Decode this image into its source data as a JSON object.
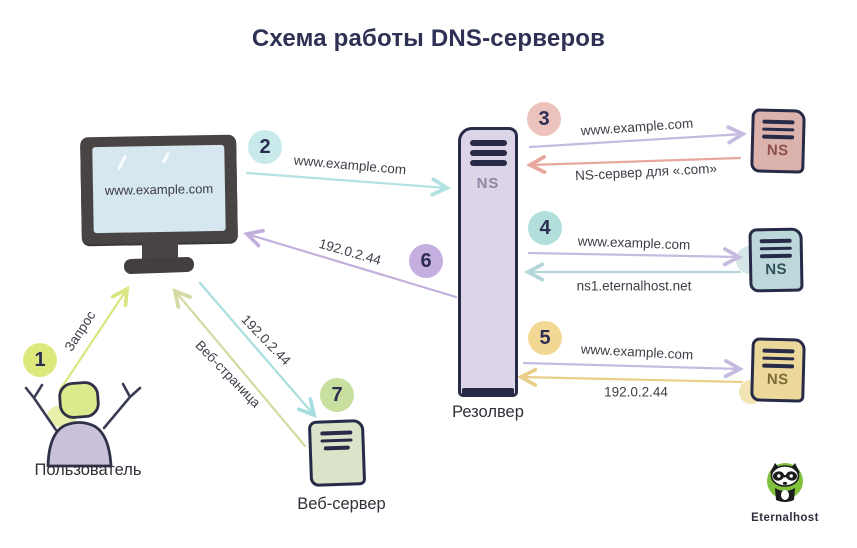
{
  "title": "Схема работы DNS-серверов",
  "monitor": {
    "screen_text": "www.example.com"
  },
  "user": {
    "label": "Пользователь"
  },
  "resolver": {
    "label": "Резолвер",
    "badge": "NS"
  },
  "web_server": {
    "label": "Веб-сервер"
  },
  "ns_servers": [
    {
      "badge": "NS"
    },
    {
      "badge": "NS"
    },
    {
      "badge": "NS"
    }
  ],
  "steps": [
    {
      "num": "1",
      "label": "Запрос"
    },
    {
      "num": "2",
      "label": "www.example.com"
    },
    {
      "num": "3",
      "query": "www.example.com",
      "reply": "NS-сервер для «.com»"
    },
    {
      "num": "4",
      "query": "www.example.com",
      "reply": "ns1.eternalhost.net"
    },
    {
      "num": "5",
      "query": "www.example.com",
      "reply": "192.0.2.44"
    },
    {
      "num": "6",
      "label": "192.0.2.44"
    },
    {
      "num": "7",
      "query": "192.0.2.44",
      "reply": "Веб-страница"
    }
  ],
  "logo": {
    "text": "Eternalhost"
  },
  "colors": {
    "ink": "#2e3154",
    "step1": "#dde97d",
    "step2": "#c9eaea",
    "step3": "#ecc3bc",
    "step4": "#b2dedb",
    "step5": "#f3d894",
    "step6": "#c5aee0",
    "step7": "#c8df9f",
    "arrow_query": "#c5badf",
    "arrow_reply3": "#e8a79d",
    "arrow_reply4": "#b5d6da",
    "arrow_reply5": "#eacf8a",
    "arrow6": "#c2b0dc",
    "arrow7": "#a8dedd",
    "arrow7_reply": "#d6d9a1",
    "logo_green": "#7fc13d"
  }
}
